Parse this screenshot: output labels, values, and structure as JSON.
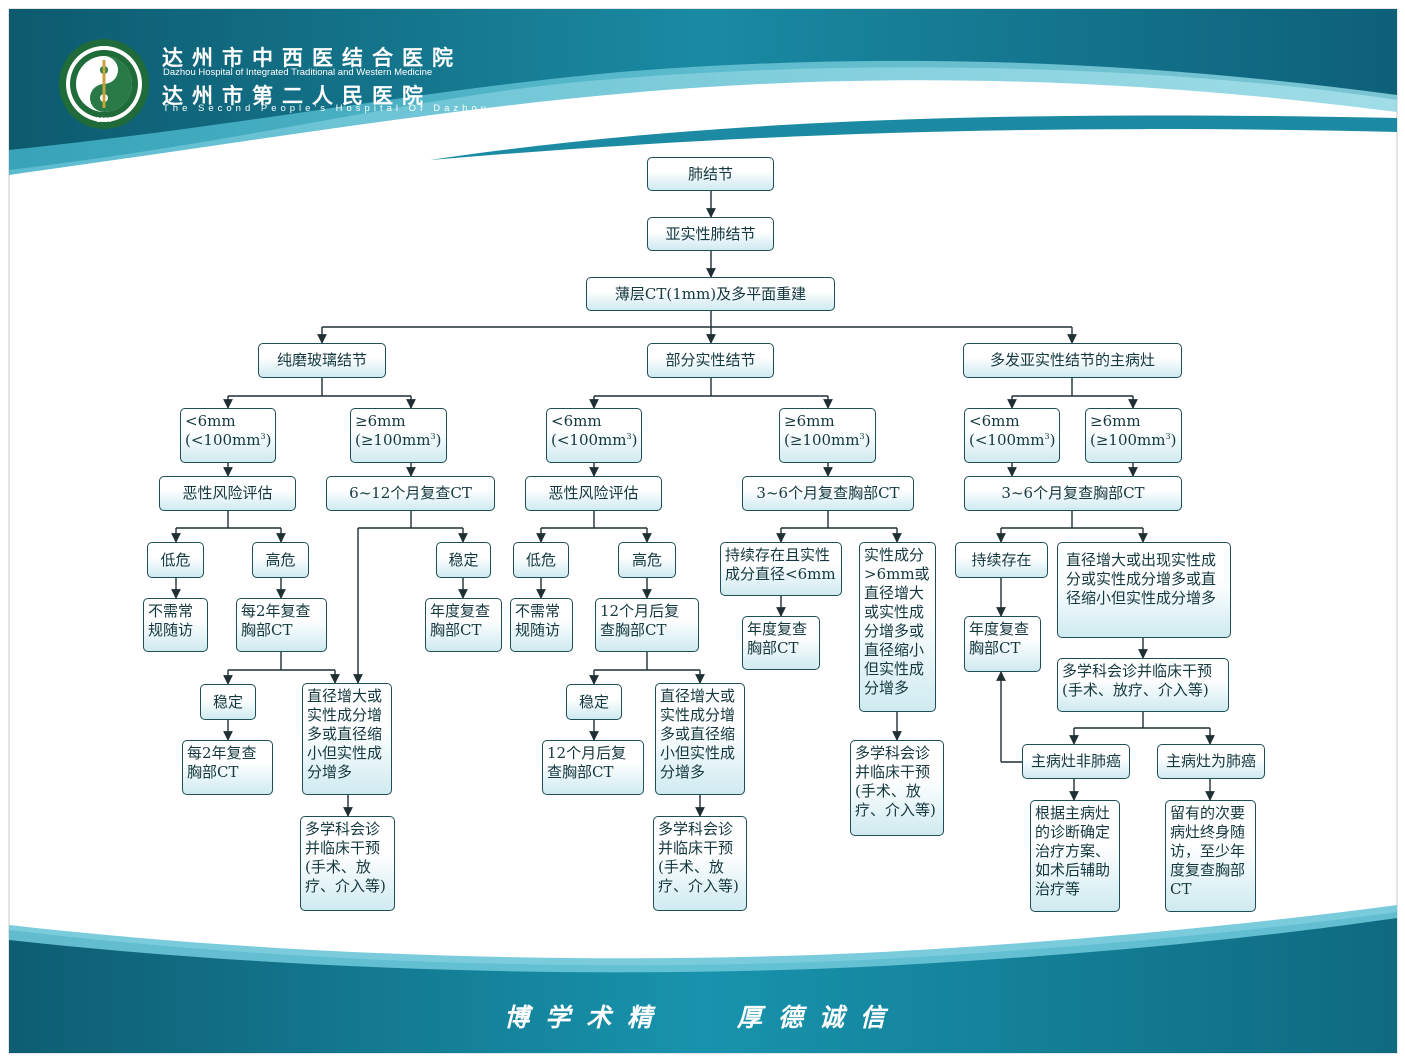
{
  "header": {
    "hospital_cn_1": "达州市中西医结合医院",
    "hospital_en_1": "Dazhou Hospital of Integrated Traditional and Western Medicine",
    "hospital_cn_2": "达州市第二人民医院",
    "hospital_en_2": "The Second People's Hospital Of Dazhou",
    "logo_year": "1953"
  },
  "footer": {
    "motto_1": "博学术精",
    "motto_2": "厚德诚信"
  },
  "colors": {
    "teal_dark": "#0d5a6e",
    "teal": "#1a8aa3",
    "teal_light": "#5cc4d6",
    "box_border": "#1f4f56",
    "box_fill_bottom": "#cfeaf0",
    "logo_green": "#1f6b3a"
  },
  "flowchart": {
    "root": "肺结节",
    "subsolid": "亚实性肺结节",
    "thin_ct": "薄层CT(1mm)及多平面重建",
    "pure_ggn": {
      "title": "纯磨玻璃结节",
      "lt6_line1": "<6mm",
      "lt6_line2a": "(<100mm",
      "lt6_line2b": "3",
      "lt6_line2c": ")",
      "ge6_line1": "≥6mm",
      "ge6_line2a": "(≥100mm",
      "ge6_line2b": "3",
      "ge6_line2c": ")",
      "risk_eval": "恶性风险评估",
      "recheck_6_12": "6~12个月复查CT",
      "low_risk": "低危",
      "high_risk": "高危",
      "stable": "稳定",
      "no_followup": "不需常规随访",
      "every2y": "每2年复查胸部CT",
      "annual_ct": "年度复查胸部CT",
      "stable2": "稳定",
      "every2y_2": "每2年复查胸部CT",
      "growth": "直径增大或实性成分增多或直径缩小但实性成分增多",
      "mdt": "多学科会诊并临床干预(手术、放疗、介入等)"
    },
    "part_solid": {
      "title": "部分实性结节",
      "lt6_line1": "<6mm",
      "lt6_line2a": "(<100mm",
      "lt6_line2b": "3",
      "lt6_line2c": ")",
      "ge6_line1": "≥6mm",
      "ge6_line2a": "(≥100mm",
      "ge6_line2b": "3",
      "ge6_line2c": ")",
      "risk_eval": "恶性风险评估",
      "recheck_3_6": "3~6个月复查胸部CT",
      "low_risk": "低危",
      "high_risk": "高危",
      "no_followup": "不需常规随访",
      "recheck_12m": "12个月后复查胸部CT",
      "persist_lt6": "持续存在且实性成分直径<6mm",
      "solid_ge6": "实性成分>6mm或直径增大或实性成分增多或直径缩小但实性成分增多",
      "annual_ct": "年度复查胸部CT",
      "stable": "稳定",
      "recheck_12m_2": "12个月后复查胸部CT",
      "growth": "直径增大或实性成分增多或直径缩小但实性成分增多",
      "mdt": "多学科会诊并临床干预(手术、放疗、介入等)",
      "mdt2": "多学科会诊并临床干预(手术、放疗、介入等)"
    },
    "multiple": {
      "title": "多发亚实性结节的主病灶",
      "lt6_line1": "<6mm",
      "lt6_line2a": "(<100mm",
      "lt6_line2b": "3",
      "lt6_line2c": ")",
      "ge6_line1": "≥6mm",
      "ge6_line2a": "(≥100mm",
      "ge6_line2b": "3",
      "ge6_line2c": ")",
      "recheck_3_6": "3~6个月复查胸部CT",
      "persist": "持续存在",
      "growth": "直径增大或出现实性成分或实性成分增多或直径缩小但实性成分增多",
      "annual_ct": "年度复查胸部CT",
      "mdt": "多学科会诊并临床干预(手术、放疗、介入等)",
      "main_not_cancer": "主病灶非肺癌",
      "main_cancer": "主病灶为肺癌",
      "treat_by_dx": "根据主病灶的诊断确定治疗方案、如术后辅助治疗等",
      "secondary_followup": "留有的次要病灶终身随访，至少年度复查胸部CT"
    }
  }
}
